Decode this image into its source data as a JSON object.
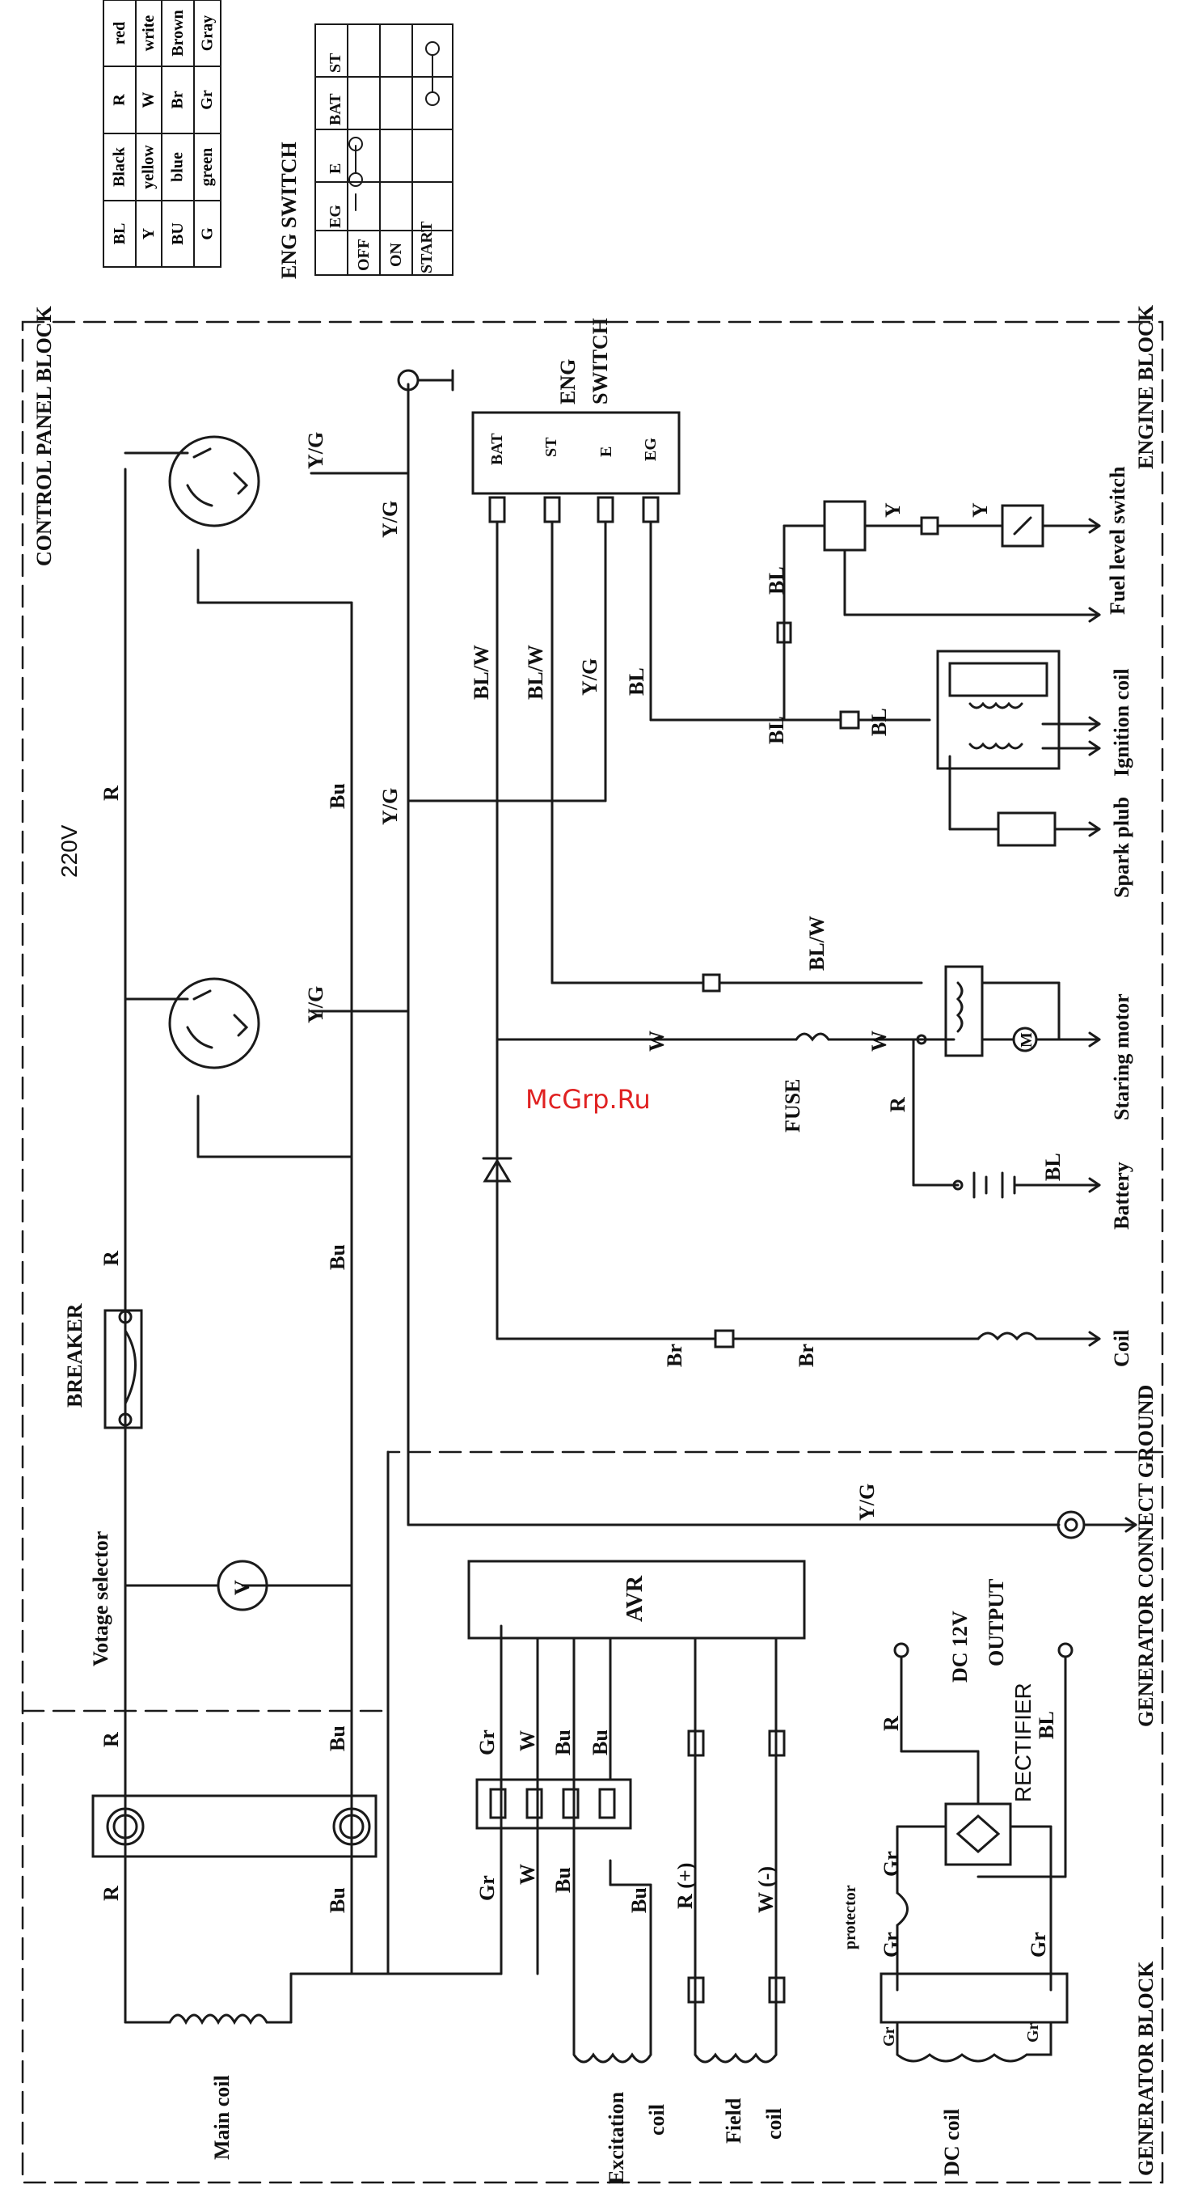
{
  "blocks": {
    "control_panel": "CONTROL PANEL BLOCK",
    "engine": "ENGINE BLOCK",
    "generator": "GENERATOR BLOCK",
    "generator_ground": "GENERATOR CONNECT GROUND"
  },
  "color_legend": [
    [
      "BL",
      "Black",
      "R",
      "red"
    ],
    [
      "Y",
      "yellow",
      "W",
      "write"
    ],
    [
      "BU",
      "blue",
      "Br",
      "Brown"
    ],
    [
      "G",
      "green",
      "Gr",
      "Gray"
    ]
  ],
  "eng_switch_table": {
    "title": "ENG SWITCH",
    "columns": [
      "",
      "EG",
      "E",
      "BAT",
      "ST"
    ],
    "rows": [
      "OFF",
      "ON",
      "START"
    ]
  },
  "components": {
    "voltage": "220V",
    "breaker": "BREAKER",
    "voltage_selector": "Votage selector",
    "voltmeter": "V",
    "avr": "AVR",
    "main_coil": "Main coil",
    "excitation_coil": [
      "Excitation",
      "coil"
    ],
    "field_coil": [
      "Field",
      "coil"
    ],
    "dc_coil": "DC coil",
    "protector": "protector",
    "rectifier": "RECTIFIER",
    "dc_output": [
      "DC 12V",
      "OUTPUT"
    ],
    "eng_switch": [
      "ENG",
      "SWITCH"
    ],
    "eng_switch_terminals": [
      "BAT",
      "ST",
      "E",
      "EG"
    ],
    "fuse": "FUSE",
    "battery": "Battery",
    "starting_motor": "Staring motor",
    "spark_plug": "Spark plub",
    "ignition_coil": "Ignition coil",
    "fuel_level_switch": "Fuel level switch",
    "engine_coil": "Coil",
    "motor_symbol": "M"
  },
  "wire_labels": {
    "R": "R",
    "Bu": "Bu",
    "YG": "Y/G",
    "BLW": "BL/W",
    "BL": "BL",
    "Y": "Y",
    "W": "W",
    "Br": "Br",
    "Gr": "Gr",
    "R_plus": "R (+)",
    "W_minus": "W (-)"
  },
  "watermark": "McGrp.Ru",
  "colors": {
    "ink": "#1a1a1a",
    "watermark": "#e02222"
  }
}
